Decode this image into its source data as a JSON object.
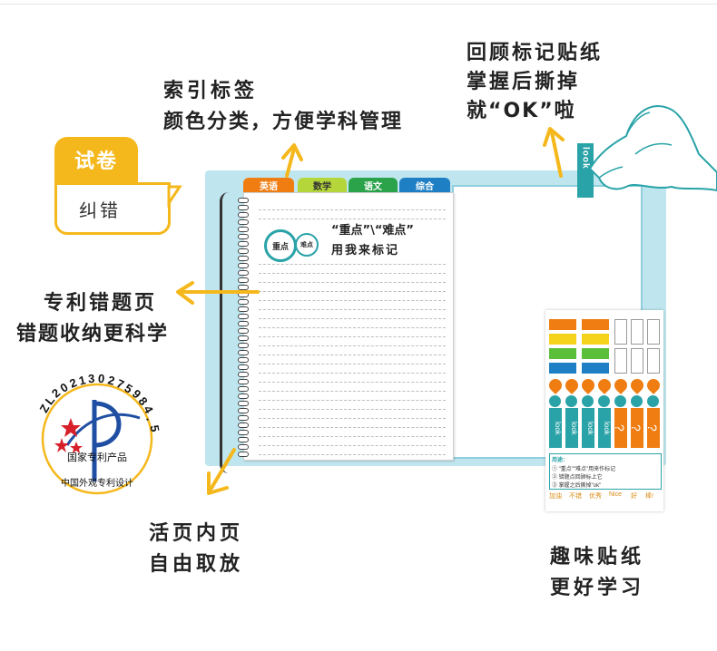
{
  "badge": {
    "top": "试卷",
    "bottom": "纠错"
  },
  "callouts": {
    "index_tabs": [
      "索引标签",
      "颜色分类，方便学科管理"
    ],
    "review_sticker": [
      "回顾标记贴纸",
      "掌握后撕掉",
      "就“OK”啦"
    ],
    "patent_page": [
      "专利错题页",
      "错题收纳更科学"
    ],
    "loose_leaf": [
      "活页内页",
      "自由取放"
    ],
    "fun_stickers": [
      "趣味贴纸",
      "更好学习"
    ]
  },
  "notebook": {
    "tabs": [
      {
        "label": "英语",
        "color": "#ef7d12"
      },
      {
        "label": "数学",
        "color": "#b5d63a"
      },
      {
        "label": "语文",
        "color": "#2aa34a"
      },
      {
        "label": "综合",
        "color": "#1e7fc4"
      }
    ],
    "stamp_main": "重点",
    "stamp_small": "难点",
    "heading_line1": "“重点”\\“难点”",
    "heading_line2": "用我来标记"
  },
  "tag_label": "look",
  "sheet": {
    "strip_label": "look",
    "question": "?",
    "note_title": "用途：",
    "note_line1": "① \"重点\"\"难点\"用来作标记",
    "note_line2": "② 错题点回顾标上它",
    "note_line3": "③ 掌握之后撕掉\"ok\"",
    "footer": [
      "加油",
      "不错",
      "优秀",
      "Nice",
      "好",
      "棒!"
    ]
  },
  "seal": {
    "code": "ZL202130275984.5",
    "inner_label": "国家专利产品",
    "bottom_label": "中国外观专利设计"
  },
  "colors": {
    "accent_yellow": "#f5b81c",
    "teal": "#2aa3a8",
    "board": "#bfe6ef",
    "seal_red": "#d8202a",
    "seal_blue": "#1f4fa3"
  }
}
